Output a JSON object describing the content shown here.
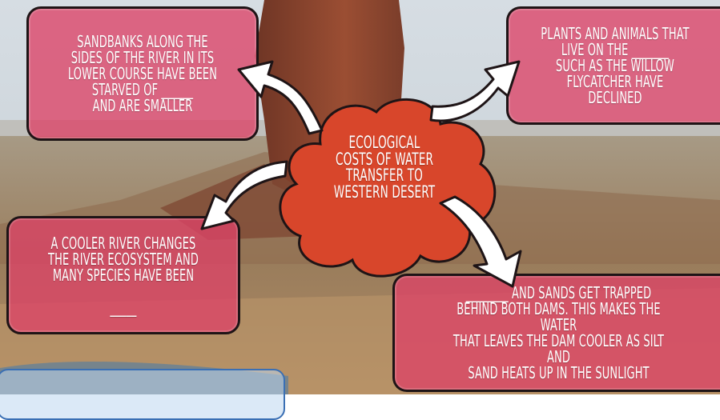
{
  "colors": {
    "box_fill": "#dd4266",
    "cloud_fill": "#d8462b",
    "arrow_fill": "#ffffff",
    "outline": "#1e1416",
    "sky": "#c9d3db",
    "rock": "#8b4a32",
    "ground": "#a08a6a"
  },
  "center": {
    "text": "ECOLOGICAL\nCOSTS OF WATER\nTRANSFER TO\nWESTERN DESERT"
  },
  "boxes": {
    "top_left": "SANDBANKS ALONG THE\nSIDES OF THE RIVER IN ITS\nLOWER COURSE HAVE BEEN\nSTARVED OF ______\nAND ARE SMALLER",
    "top_right": "PLANTS AND ANIMALS THAT\nLIVE ON THE _______\nSUCH AS THE WILLOW\nFLYCATCHER HAVE DECLINED",
    "middle_left": "A COOLER RIVER CHANGES\nTHE RIVER ECOSYSTEM AND\nMANY SPECIES HAVE BEEN\n\n_____",
    "bottom_right": "________ AND SANDS GET TRAPPED\nBEHIND BOTH DAMS. THIS MAKES THE WATER\nTHAT LEAVES THE DAM COOLER AS SILT AND\nSAND HEATS UP IN THE SUNLIGHT"
  },
  "icons": {
    "arrow": "curved-arrow-icon",
    "cloud": "cloud-shape"
  }
}
